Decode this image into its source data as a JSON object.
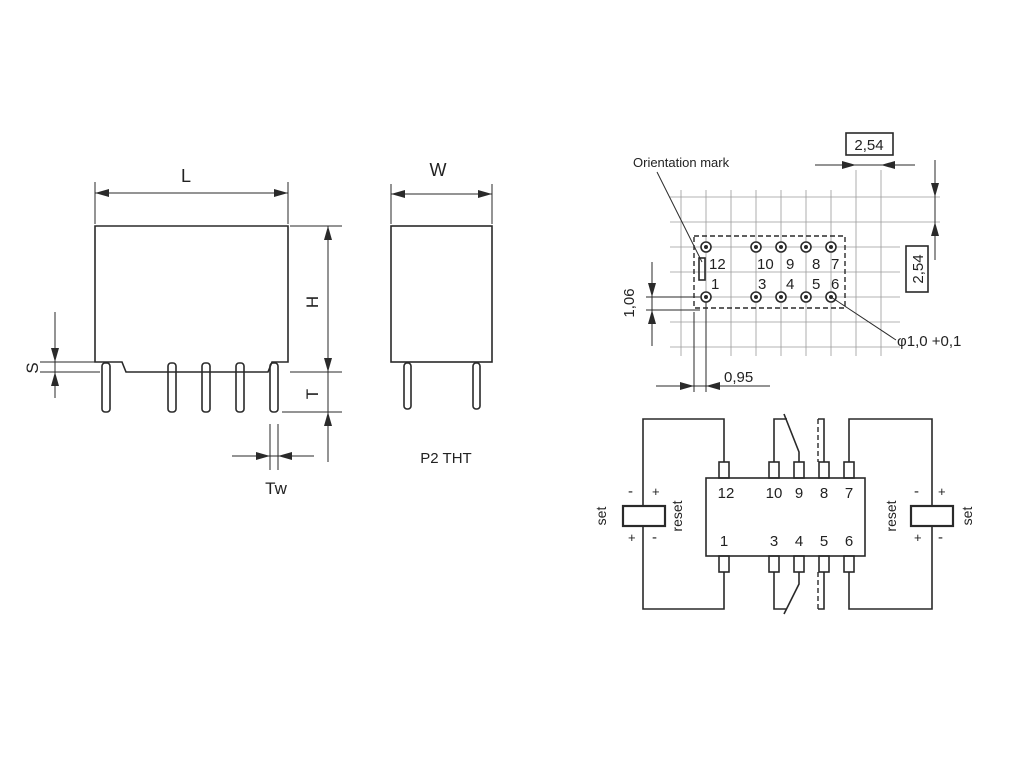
{
  "labels": {
    "L": "L",
    "W": "W",
    "H": "H",
    "S": "S",
    "T": "T",
    "Tw": "Tw",
    "package": "P2 THT",
    "orientation": "Orientation mark",
    "pitch_x": "2,54",
    "pitch_y": "2,54",
    "dim_106": "1,06",
    "dim_095": "0,95",
    "hole": "φ1,0 +0,1"
  },
  "pad_numbers": {
    "top": [
      "12",
      "10",
      "9",
      "8",
      "7"
    ],
    "bottom": [
      "1",
      "3",
      "4",
      "5",
      "6"
    ]
  },
  "schematic": {
    "pins_top": [
      "12",
      "10",
      "9",
      "8",
      "7"
    ],
    "pins_bottom": [
      "1",
      "3",
      "4",
      "5",
      "6"
    ],
    "left_coil": {
      "set": "set",
      "reset": "reset",
      "minus": "-",
      "plus": "+"
    },
    "right_coil": {
      "set": "set",
      "reset": "reset",
      "minus": "-",
      "plus": "+"
    }
  }
}
